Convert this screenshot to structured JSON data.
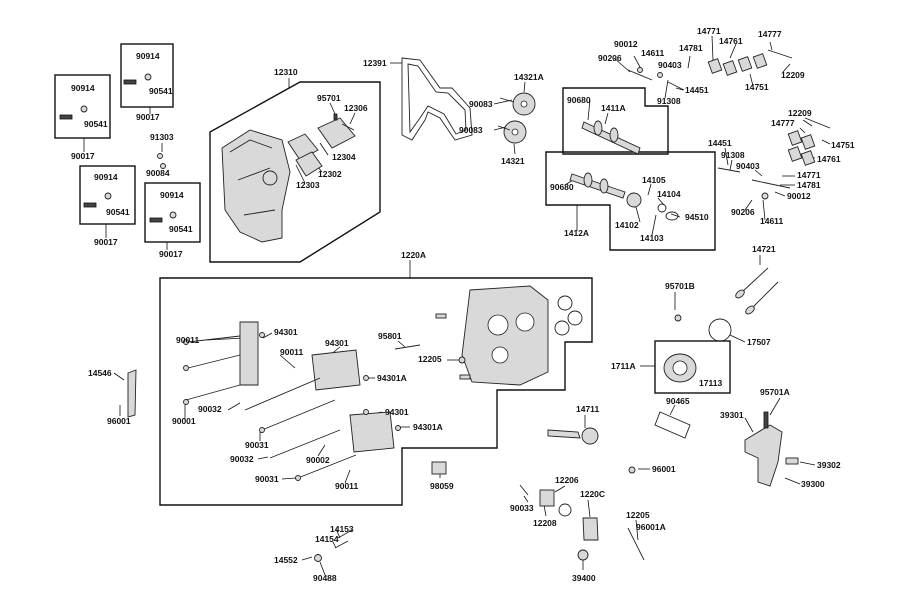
{
  "colors": {
    "ink": "#111111",
    "part_fill": "#d9d9d9",
    "background": "#ffffff"
  },
  "labels": {
    "l_12391": "12391",
    "l_12310": "12310",
    "l_95701": "95701",
    "l_12306": "12306",
    "l_12304": "12304",
    "l_12302": "12302",
    "l_12303": "12303",
    "l_14321A": "14321A",
    "l_90083a": "90083",
    "l_90083b": "90083",
    "l_14321": "14321",
    "l_90012a": "90012",
    "l_14611a": "14611",
    "l_90206a": "90206",
    "l_14781a": "14781",
    "l_14771a": "14771",
    "l_14761a": "14761",
    "l_14777a": "14777",
    "l_90403a": "90403",
    "l_12209a": "12209",
    "l_14751a": "14751",
    "l_91308a": "91308",
    "l_14451a": "14451",
    "l_90680a": "90680",
    "l_1411A": "1411A",
    "l_12209b": "12209",
    "l_14777b": "14777",
    "l_14751b": "14751",
    "l_14761b": "14761",
    "l_14451b": "14451",
    "l_91308b": "91308",
    "l_90403b": "90403",
    "l_14771b": "14771",
    "l_14781b": "14781",
    "l_90012b": "90012",
    "l_90206b": "90206",
    "l_14611b": "14611",
    "l_90680b": "90680",
    "l_14105": "14105",
    "l_14104": "14104",
    "l_94510": "94510",
    "l_14102": "14102",
    "l_14103": "14103",
    "l_1412A": "1412A",
    "l_90914a": "90914",
    "l_90541a": "90541",
    "l_90017a": "90017",
    "l_90914b": "90914",
    "l_90541b": "90541",
    "l_90017b": "90017",
    "l_91303": "91303",
    "l_90084": "90084",
    "l_90914c": "90914",
    "l_90541c": "90541",
    "l_90017c": "90017",
    "l_90914d": "90914",
    "l_90541d": "90541",
    "l_90017d": "90017",
    "l_1220A": "1220A",
    "l_14721": "14721",
    "l_95701B": "95701B",
    "l_17507": "17507",
    "l_1711A": "1711A",
    "l_17113": "17113",
    "l_90465": "90465",
    "l_95701A": "95701A",
    "l_39301": "39301",
    "l_39302": "39302",
    "l_39300": "39300",
    "l_96001a": "96001",
    "l_14711": "14711",
    "l_12206": "12206",
    "l_1220C": "1220C",
    "l_90033": "90033",
    "l_12208": "12208",
    "l_12205b": "12205",
    "l_96001A": "96001A",
    "l_39400": "39400",
    "l_98059": "98059",
    "l_14546": "14546",
    "l_96001b": "96001",
    "l_90011a": "90011",
    "l_94301a": "94301",
    "l_90011b": "90011",
    "l_94301b": "94301",
    "l_95801": "95801",
    "l_12205a": "12205",
    "l_94301Aa": "94301A",
    "l_90032a": "90032",
    "l_90001": "90001",
    "l_94301c": "94301",
    "l_94301Ab": "94301A",
    "l_90031a": "90031",
    "l_90002": "90002",
    "l_90032b": "90032",
    "l_90031b": "90031",
    "l_90011c": "90011",
    "l_14153": "14153",
    "l_14154": "14154",
    "l_14552": "14552",
    "l_90488": "90488"
  }
}
